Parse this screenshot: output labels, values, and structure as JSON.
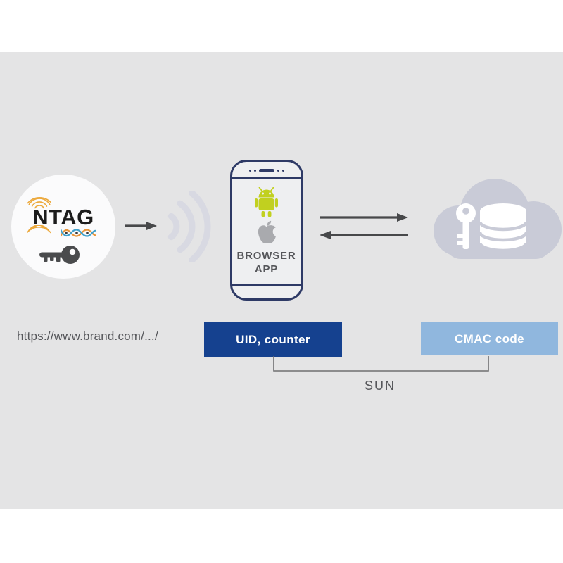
{
  "tag": {
    "label": "NTAG"
  },
  "url_label": "https://www.brand.com/.../",
  "phone": {
    "app_line1": "BROWSER",
    "app_line2": "APP"
  },
  "boxes": {
    "uid_label": "UID, counter",
    "cmac_label": "CMAC code"
  },
  "sun_label": "SUN",
  "icons": {
    "tag_wave_top": "orange contactless arcs above NTAG",
    "tag_wave_bottom": "orange contactless arcs below NTAG",
    "dna_logo": "colored DNA helix logo",
    "tag_key": "dark key lying horizontally",
    "arrow_tag_to_phone": "right arrow",
    "nfc_signal": "gray radio waves toward phone",
    "android_robot": "green android robot",
    "apple_logo": "gray apple logo",
    "arrow_phone_to_cloud": "right arrow",
    "arrow_cloud_to_phone": "left arrow",
    "cloud": "cloud server",
    "cloud_key": "white vertical key in cloud",
    "cloud_database": "white database cylinder in cloud"
  },
  "colors": {
    "background": "#ffffff",
    "stage_gray": "#e4e4e5",
    "navy_outline": "#2e3a66",
    "uid_blue": "#15418f",
    "cmac_blue": "#90b7de",
    "arrow_gray": "#47484a",
    "text_gray": "#55565a",
    "android_green": "#c1d01f",
    "apple_gray": "#a9aaae",
    "cloud_gray_blue": "#c9cbd7",
    "nfc_wave_gray": "#d8d9e2",
    "tag_wave_orange": "#eca93c"
  }
}
